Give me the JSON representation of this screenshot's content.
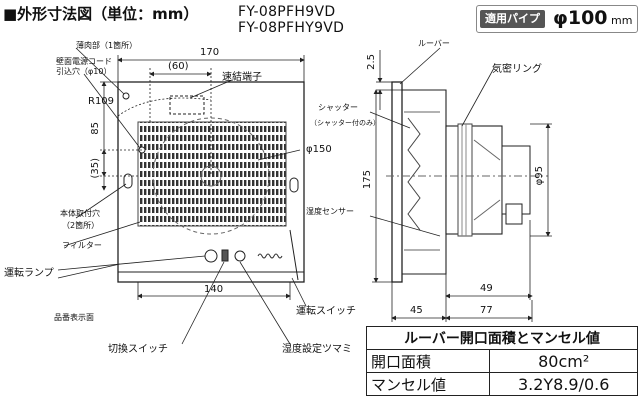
{
  "title": "■外形寸法図（単位：mm）",
  "models": [
    "FY-08PFH9VD",
    "FY-08PFHY9VD"
  ],
  "pipe_badge": {
    "label": "適用パイプ",
    "value": "φ100",
    "unit": "mm"
  },
  "front_labels": {
    "thin_part": "薄肉部（1箇所）",
    "cord_hole_1": "壁面電源コード",
    "cord_hole_2": "引込穴（φ10）",
    "terminal": "速結端子",
    "mount_hole_1": "本体取付穴",
    "mount_hole_2": "（2箇所）",
    "filter": "フィルター",
    "run_lamp": "運転ランプ",
    "product_label": "品番表示面",
    "switch_select": "切換スイッチ",
    "humidity_knob": "湿度設定ツマミ",
    "run_switch": "運転スイッチ"
  },
  "side_labels": {
    "louver": "ルーバー",
    "airtight_ring": "気密リング",
    "shutter": "シャッター",
    "shutter_note": "（シャッター付のみ）",
    "humidity_sensor": "湿度センサー"
  },
  "dimensions": {
    "w170": "170",
    "w60": "(60)",
    "r109": "R109",
    "h85": "85",
    "h35": "(35)",
    "d150": "φ150",
    "w140": "140",
    "d25": "2.5",
    "h175": "175",
    "d95": "φ95",
    "d49": "49",
    "d45": "45",
    "d77": "77"
  },
  "spec_table": {
    "heading": "ルーバー開口面積とマンセル値",
    "rows": [
      {
        "name": "開口面積",
        "value": "80cm²"
      },
      {
        "name": "マンセル値",
        "value": "3.2Y8.9/0.6"
      }
    ]
  }
}
